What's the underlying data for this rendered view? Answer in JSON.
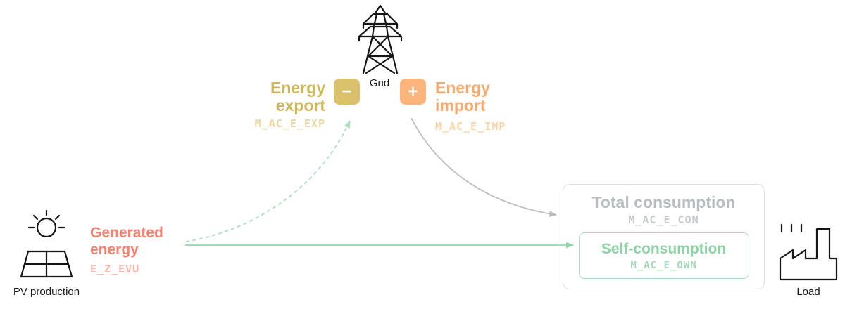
{
  "grid": {
    "label": "Grid"
  },
  "export": {
    "title": "Energy export",
    "badge": "−",
    "code": "M_AC_E_EXP"
  },
  "import": {
    "title": "Energy import",
    "badge": "+",
    "code": "M_AC_E_IMP"
  },
  "generated": {
    "title": "Generated energy",
    "code": "E_Z_EVU"
  },
  "pv": {
    "label": "PV production"
  },
  "consumption": {
    "title": "Total consumption",
    "code": "M_AC_E_CON"
  },
  "self_consumption": {
    "title": "Self-consumption",
    "code": "M_AC_E_OWN"
  },
  "load": {
    "label": "Load"
  },
  "icons": {
    "grid": "transmission-tower",
    "pv": "sun-over-solar-panel",
    "load": "factory"
  },
  "colors": {
    "export_text": "#cfb75c",
    "export_badge": "#dac06a",
    "export_code": "#e7d89e",
    "import_text": "#f9a96d",
    "import_badge": "#fbb47c",
    "import_code": "#fdd3a4",
    "generated_text": "#f8806f",
    "generated_code": "#fcb5aa",
    "consumption_border": "#dcdee0",
    "consumption_text": "#b9bdc1",
    "consumption_code": "#c6cacd",
    "self_border": "#abdfbd",
    "self_text": "#8bd4a4",
    "self_code": "#a4dcb7",
    "arrow_green": "#90d7a6",
    "arrow_green_light": "#a9dfbd",
    "arrow_gray": "#babec2",
    "icon_stroke": "#161616",
    "label_text": "#1a1a1a"
  }
}
